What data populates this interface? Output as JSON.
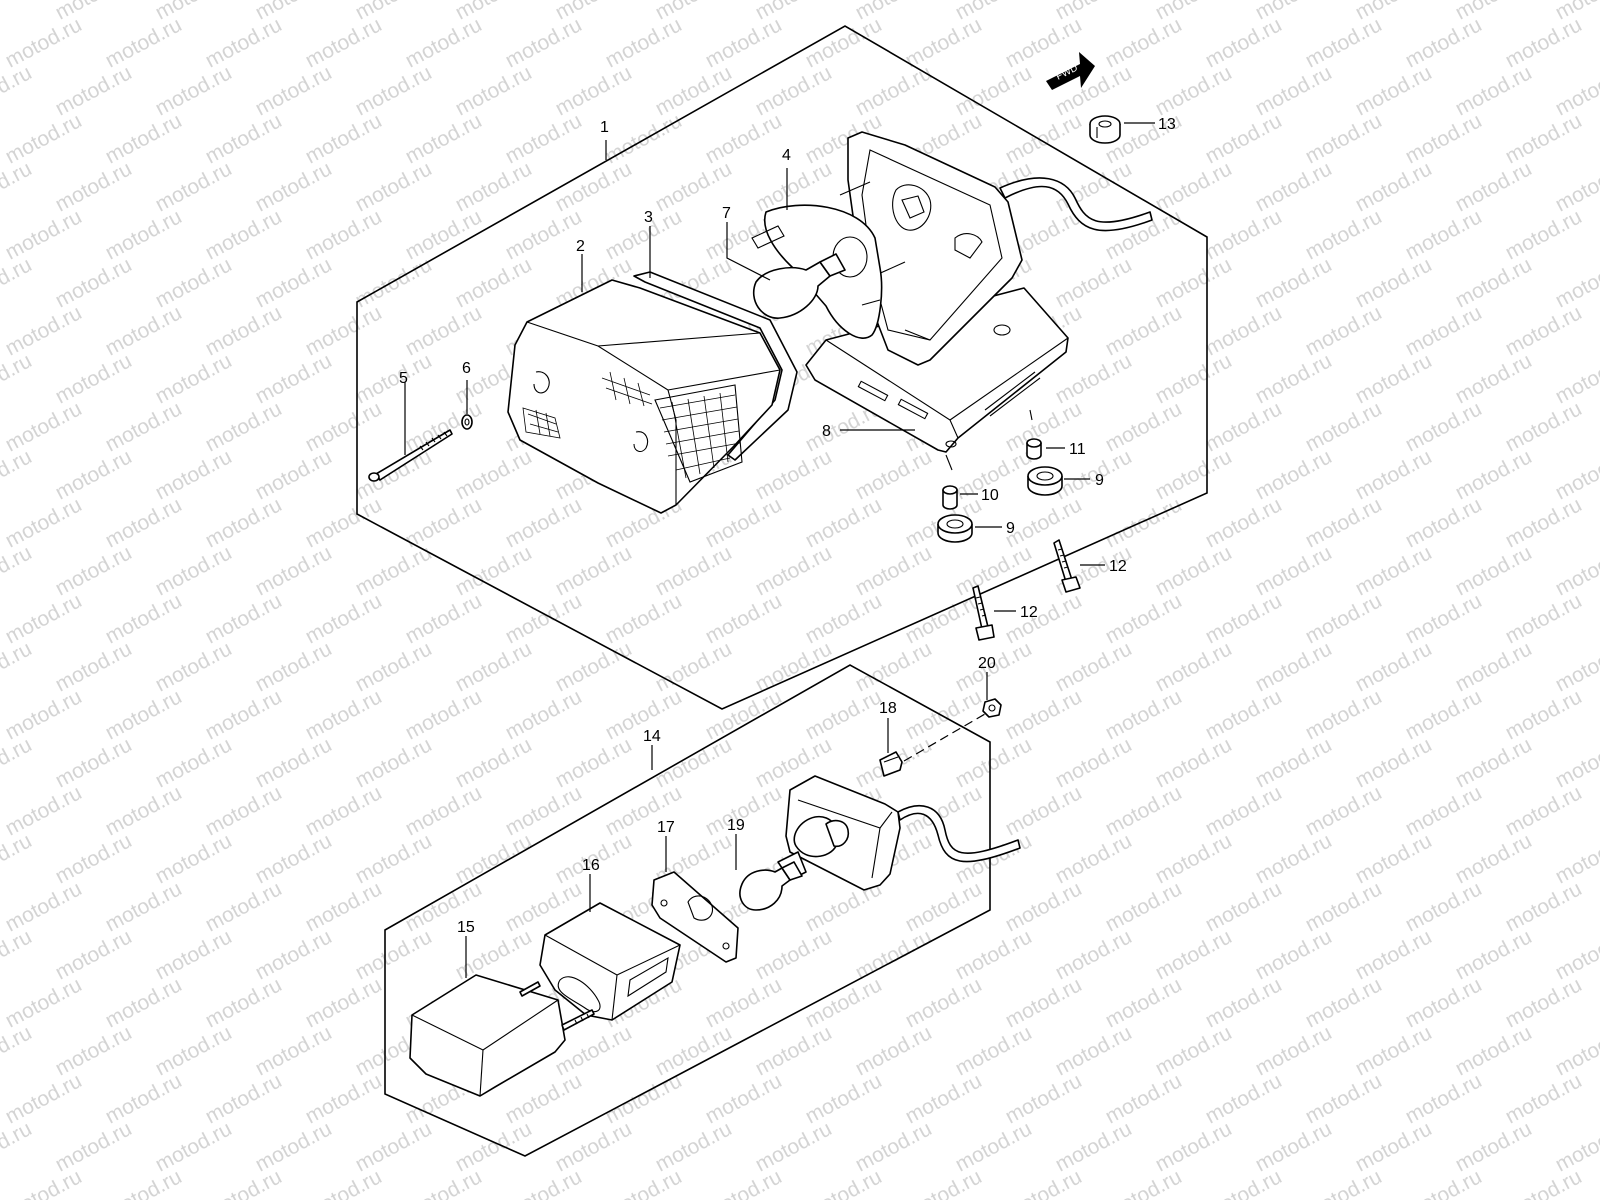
{
  "watermark": "motod.ru",
  "fwd_label": "FWD",
  "callouts": [
    {
      "id": "c1",
      "text": "1"
    },
    {
      "id": "c2",
      "text": "2"
    },
    {
      "id": "c3",
      "text": "3"
    },
    {
      "id": "c4",
      "text": "4"
    },
    {
      "id": "c5",
      "text": "5"
    },
    {
      "id": "c6",
      "text": "6"
    },
    {
      "id": "c7",
      "text": "7"
    },
    {
      "id": "c8",
      "text": "8"
    },
    {
      "id": "c9a",
      "text": "9"
    },
    {
      "id": "c9b",
      "text": "9"
    },
    {
      "id": "c10",
      "text": "10"
    },
    {
      "id": "c11",
      "text": "11"
    },
    {
      "id": "c12a",
      "text": "12"
    },
    {
      "id": "c12b",
      "text": "12"
    },
    {
      "id": "c13",
      "text": "13"
    },
    {
      "id": "c14",
      "text": "14"
    },
    {
      "id": "c15",
      "text": "15"
    },
    {
      "id": "c16",
      "text": "16"
    },
    {
      "id": "c17",
      "text": "17"
    },
    {
      "id": "c18",
      "text": "18"
    },
    {
      "id": "c19",
      "text": "19"
    },
    {
      "id": "c20",
      "text": "20"
    }
  ]
}
